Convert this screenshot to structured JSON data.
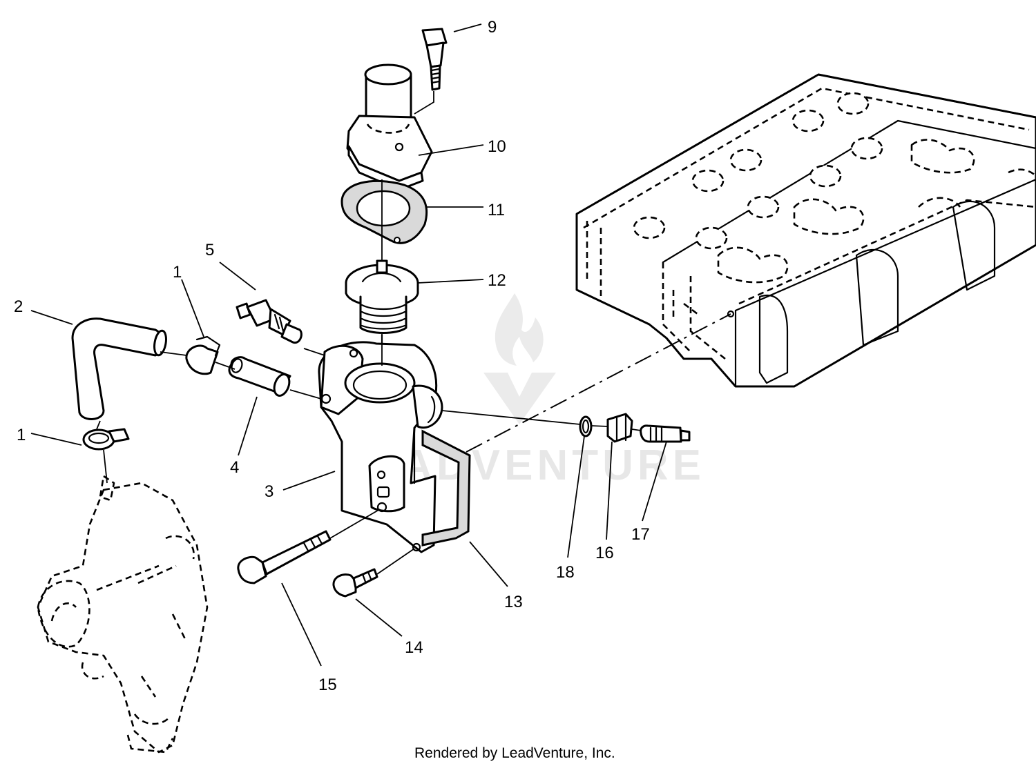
{
  "diagram": {
    "type": "exploded-parts-view",
    "callouts": [
      "9",
      "10",
      "11",
      "12",
      "5",
      "1",
      "2",
      "4",
      "3",
      "1",
      "13",
      "14",
      "15",
      "18",
      "16",
      "17"
    ],
    "watermark": "LEADVENTURE",
    "footer": "Rendered by LeadVenture, Inc."
  }
}
